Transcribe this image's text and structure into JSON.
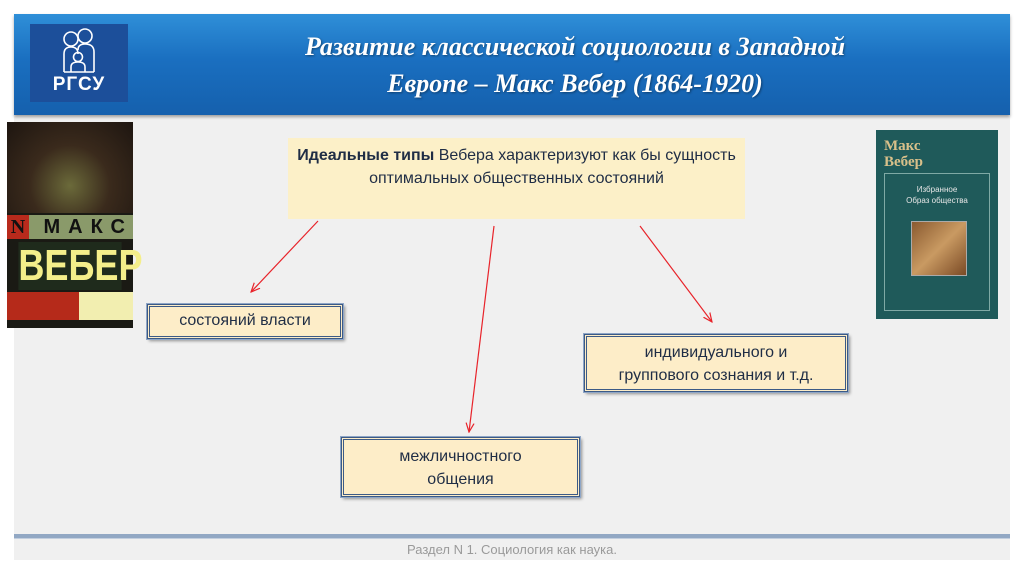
{
  "header": {
    "logo_text": "РГСУ",
    "title_line1": "Развитие классической социологии в Западной",
    "title_line2": "Европе – Макс Вебер (1864-1920)"
  },
  "book_left": {
    "name_first": "МАКС",
    "name_last": "ВЕБЕР",
    "publisher_mark": "N"
  },
  "book_right": {
    "author_line1": "Макс",
    "author_line2": "Вебер",
    "subtitle_line1": "Избранное",
    "subtitle_line2": "Образ общества"
  },
  "diagram": {
    "main_bold": "Идеальные типы",
    "main_rest": " Вебера характеризуют как бы сущность оптимальных общественных состояний",
    "branches": [
      {
        "line1": "состояний власти"
      },
      {
        "line1": "индивидуального и",
        "line2": "группового сознания и т.д."
      },
      {
        "line1": "межличностного",
        "line2": "общения"
      }
    ],
    "arrow_color": "#e8232a"
  },
  "footer": {
    "text": "Раздел N 1. Социология как наука."
  }
}
